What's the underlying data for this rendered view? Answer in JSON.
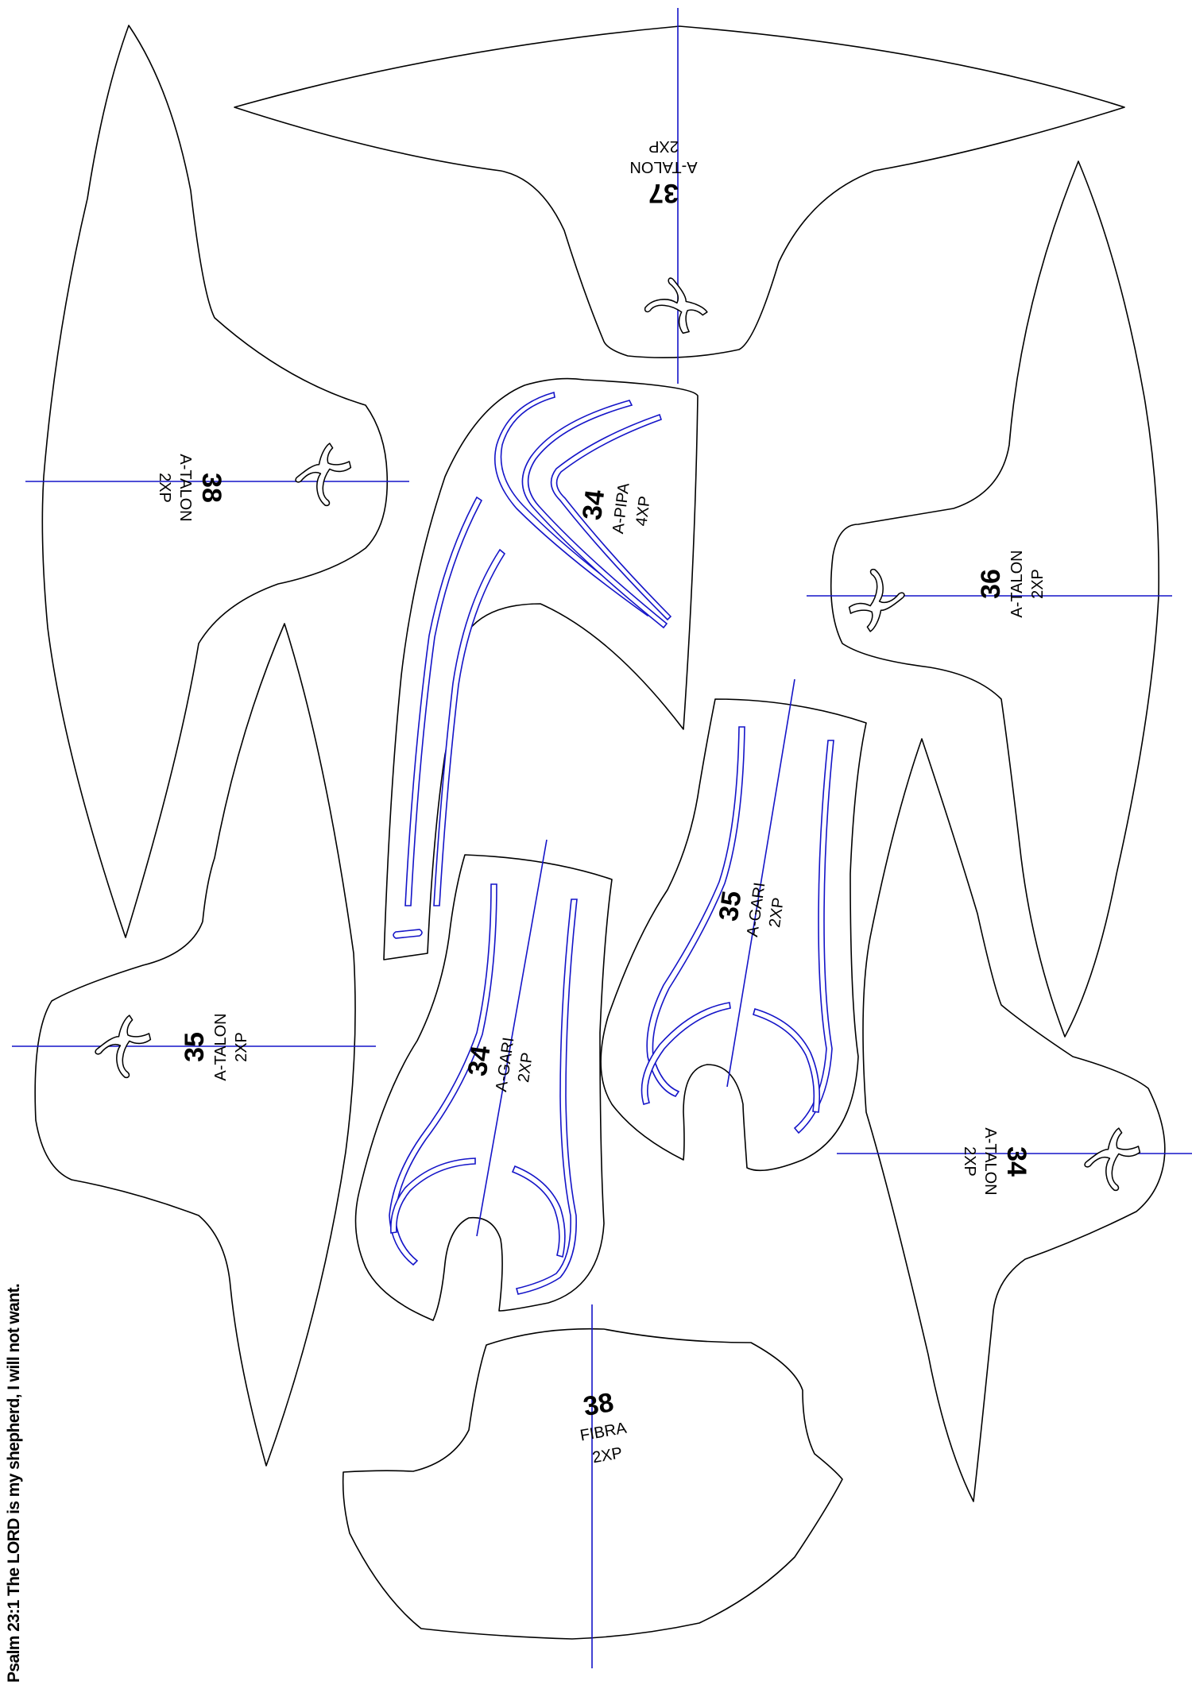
{
  "sheet": {
    "verse": "Psalm 23:1 The LORD is my shepherd, I will not want."
  },
  "pieces": [
    {
      "id": "talon-37",
      "size": "37",
      "name": "A-TALON",
      "qty": "2XP"
    },
    {
      "id": "talon-38",
      "size": "38",
      "name": "A-TALON",
      "qty": "2XP"
    },
    {
      "id": "pipa-34",
      "size": "34",
      "name": "A-PIPA",
      "qty": "4XP"
    },
    {
      "id": "talon-36",
      "size": "36",
      "name": "A-TALON",
      "qty": "2XP"
    },
    {
      "id": "gari-35",
      "size": "35",
      "name": "A-GARI",
      "qty": "2XP"
    },
    {
      "id": "talon-35",
      "size": "35",
      "name": "A-TALON",
      "qty": "2XP"
    },
    {
      "id": "gari-34",
      "size": "34",
      "name": "A-GARI",
      "qty": "2XP"
    },
    {
      "id": "talon-34",
      "size": "34",
      "name": "A-TALON",
      "qty": "2XP"
    },
    {
      "id": "fibra-38",
      "size": "38",
      "name": "FIBRA",
      "qty": "2XP"
    }
  ],
  "colors": {
    "outline": "#000000",
    "guide": "#1414c8",
    "background": "#ffffff"
  }
}
